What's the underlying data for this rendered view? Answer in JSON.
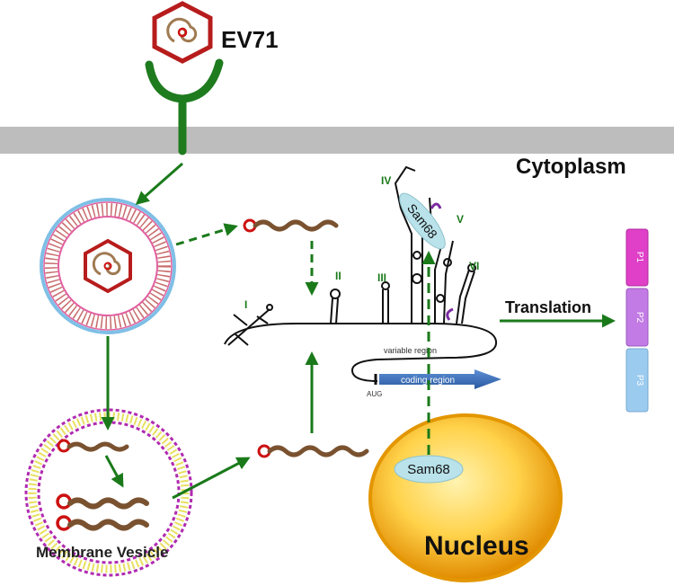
{
  "virus_label": "EV71",
  "compartment_label": "Cytoplasm",
  "nucleus_label": "Nucleus",
  "vesicle_label": "Membrane Vesicle",
  "translation_label": "Translation",
  "protein_labels": [
    "P1",
    "P2",
    "P3"
  ],
  "protein_colors": [
    "#e040c8",
    "#c27be4",
    "#9ccbf0"
  ],
  "sam68_label_top": "Sam68",
  "sam68_label_bottom": "Sam68",
  "ires_domains": [
    "I",
    "II",
    "III",
    "IV",
    "V",
    "VI"
  ],
  "variable_region_label": "variable region",
  "coding_region_label": "coding region",
  "start_codon_label": "AUG",
  "colors": {
    "arrow_green": "#1a7a1a",
    "membrane_gray": "#bdbdbd",
    "receptor_green": "#1e7b1e",
    "rna_brown": "#7a5230",
    "rna_cap_red": "#cc1111",
    "capsid_red": "#b71c1c",
    "sam68_fill": "#b9e2ea",
    "nucleus_orange": "#f5a800"
  }
}
